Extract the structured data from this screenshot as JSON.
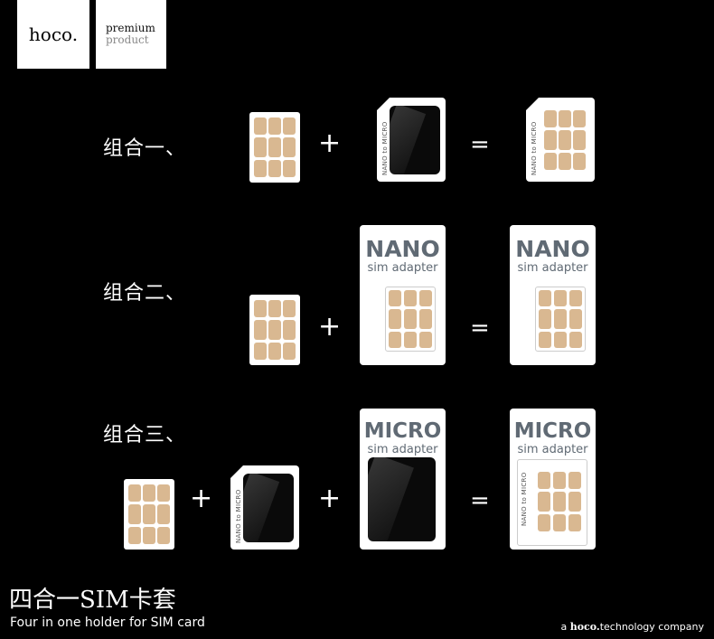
{
  "brand": {
    "logo": "hoco.",
    "tag_line1": "premium",
    "tag_line2": "product"
  },
  "combos": [
    {
      "label": "组合一、"
    },
    {
      "label": "组合二、"
    },
    {
      "label": "组合三、"
    }
  ],
  "symbols": {
    "plus": "+",
    "equals": "="
  },
  "adapters": {
    "nano_title": "NANO",
    "micro_title": "MICRO",
    "subtitle": "sim adapter",
    "nano_to_micro": "NANO to MICRO"
  },
  "footer": {
    "title_cn": "四合一SIM卡套",
    "title_en": "Four in one holder for SIM card",
    "company_prefix": "a",
    "company_brand": "hoco.",
    "company_suffix": "technology company"
  },
  "colors": {
    "background": "#000000",
    "chip": "#d9b891",
    "adapter_text": "#606a74"
  }
}
